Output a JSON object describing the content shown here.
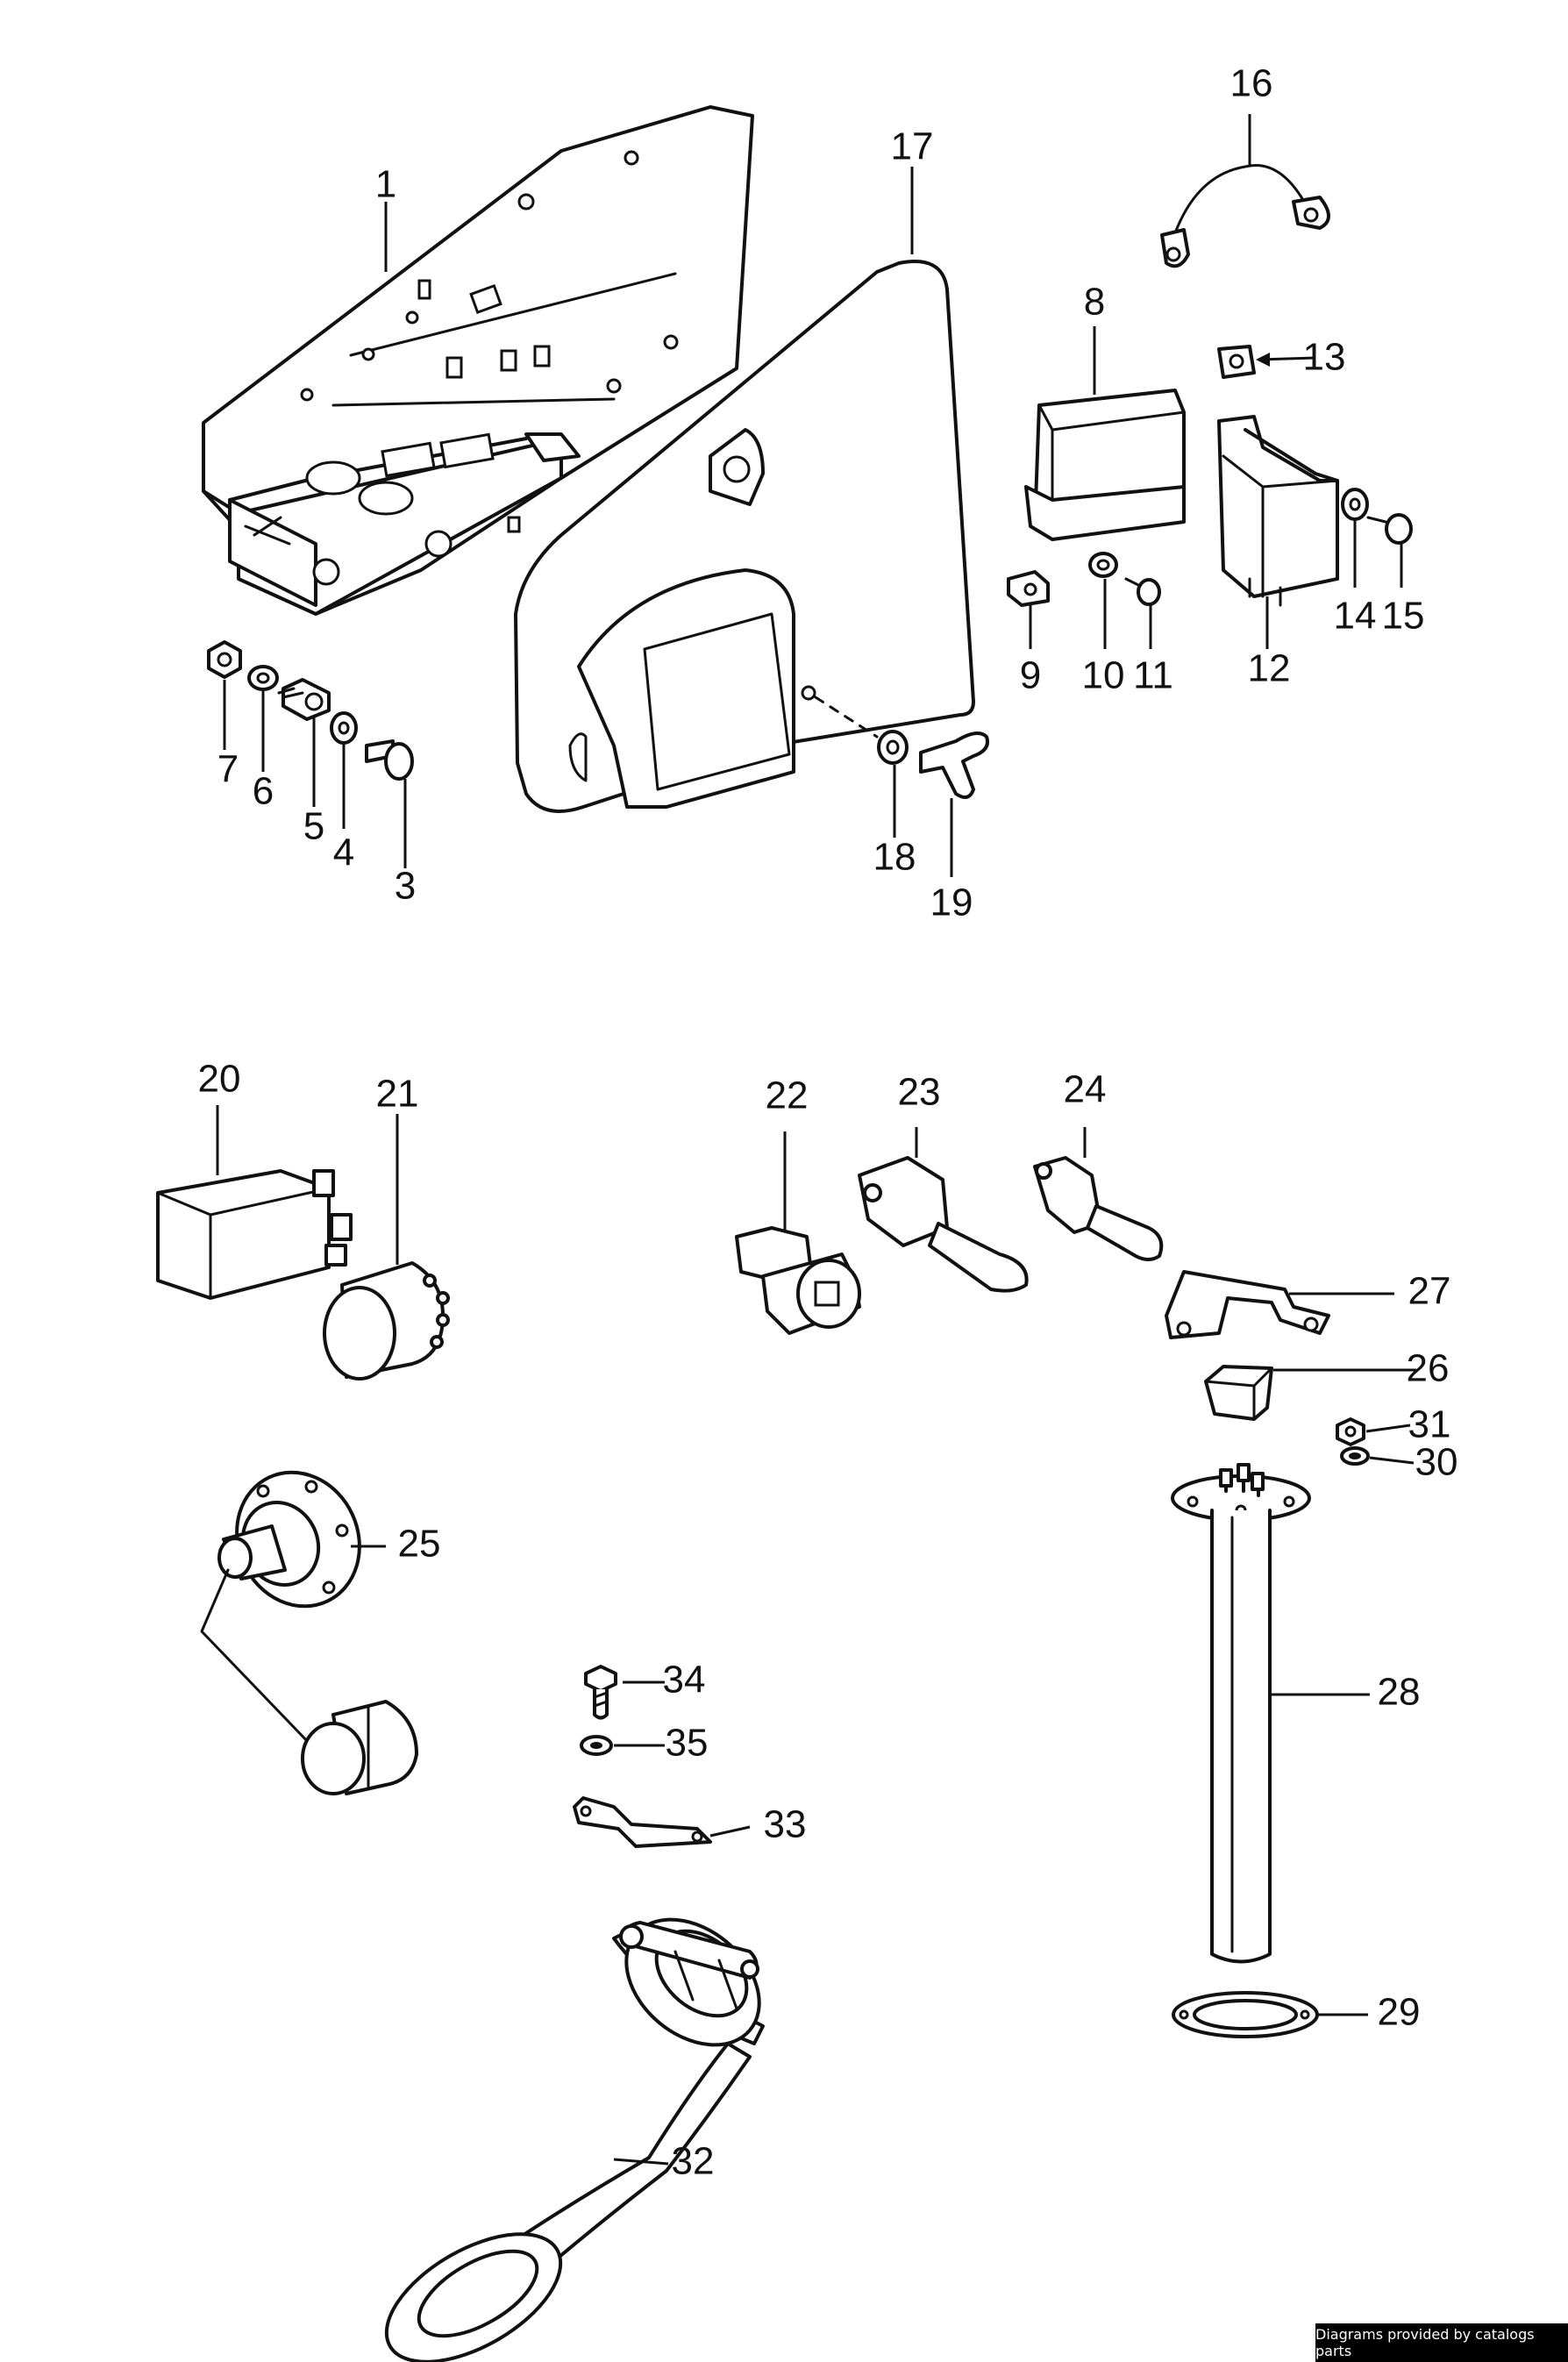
{
  "callouts": [
    "1",
    "3",
    "4",
    "5",
    "6",
    "7",
    "8",
    "9",
    "10",
    "11",
    "12",
    "13",
    "14",
    "15",
    "16",
    "17",
    "18",
    "19",
    "20",
    "21",
    "22",
    "23",
    "24",
    "25",
    "26",
    "27",
    "28",
    "29",
    "30",
    "31",
    "32",
    "33",
    "34",
    "35"
  ],
  "credit": "Diagrams provided by catalogs parts"
}
